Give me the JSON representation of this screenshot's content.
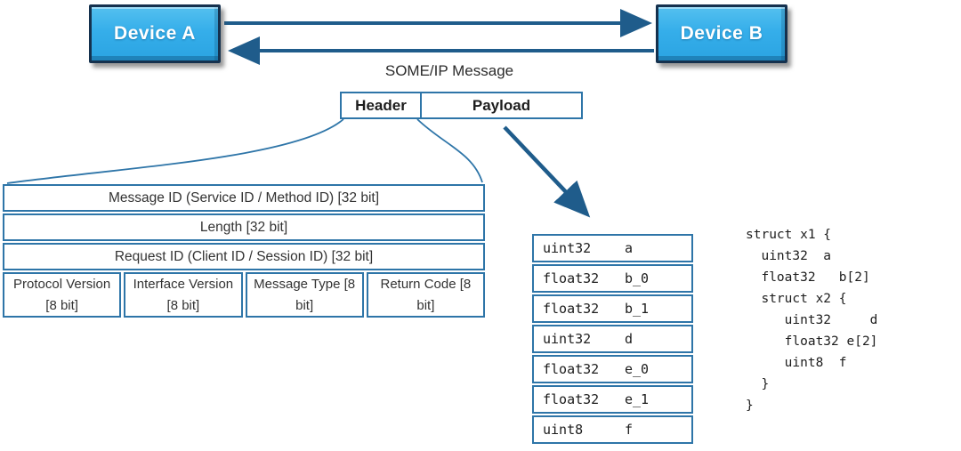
{
  "diagram": {
    "device_a_label": "Device A",
    "device_b_label": "Device B",
    "message_label": "SOME/IP Message",
    "message_box": {
      "header_label": "Header",
      "payload_label": "Payload"
    },
    "header_table": {
      "rows": [
        "Message ID (Service ID / Method ID) [32 bit]",
        "Length [32 bit]",
        "Request ID (Client ID / Session ID) [32 bit]"
      ],
      "fields": [
        "Protocol Version [8 bit]",
        "Interface Version [8 bit]",
        "Message Type [8 bit]",
        "Return Code [8 bit]"
      ]
    },
    "payload_table": {
      "rows": [
        {
          "type": "uint32",
          "name": "a"
        },
        {
          "type": "float32",
          "name": "b_0"
        },
        {
          "type": "float32",
          "name": "b_1"
        },
        {
          "type": "uint32",
          "name": "d"
        },
        {
          "type": "float32",
          "name": "e_0"
        },
        {
          "type": "float32",
          "name": "e_1"
        },
        {
          "type": "uint8",
          "name": "f"
        }
      ]
    },
    "struct_code": {
      "lines": [
        "struct x1 {",
        "  uint32  a",
        "  float32   b[2]",
        "  struct x2 {",
        "     uint32     d",
        "     float32 e[2]",
        "     uint8  f",
        "  }",
        "}"
      ]
    },
    "colors": {
      "device_fill": "#35aeea",
      "device_border": "#15314e",
      "arrow": "#1f5c8b",
      "table_border": "#2e75a8",
      "text": "#2b2b2b"
    }
  }
}
